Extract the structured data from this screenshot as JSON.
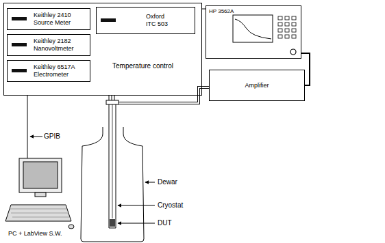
{
  "diagram": {
    "nodes": [
      {
        "text": [
          "Temperature control"
        ]
      },
      {
        "text": [
          "Keithley 2410 Source Meter"
        ],
        "in": 0
      },
      {
        "text": [
          "Oxford ITC 503"
        ],
        "in": 0
      },
      {
        "text": [
          "Keithley 2182 Nanovoltmeter"
        ],
        "in": 0
      },
      {
        "text": [
          "Keithley 6517A Electrometer"
        ],
        "in": 0
      },
      {
        "text": [
          "HP 3562A"
        ]
      },
      {
        "text": [
          "Amplifier"
        ]
      },
      {
        "text": [
          "PC + LabView S.W."
        ]
      }
    ],
    "edges": [
      {
        "from": 0,
        "to": 5,
        "arrow": "none"
      },
      {
        "from": 5,
        "to": 6,
        "arrow": "none"
      },
      {
        "from": 7,
        "to": 0,
        "arrow": "none"
      }
    ],
    "labels": [
      "GPIB",
      "Dewar",
      "Cryostat",
      "DUT"
    ]
  }
}
